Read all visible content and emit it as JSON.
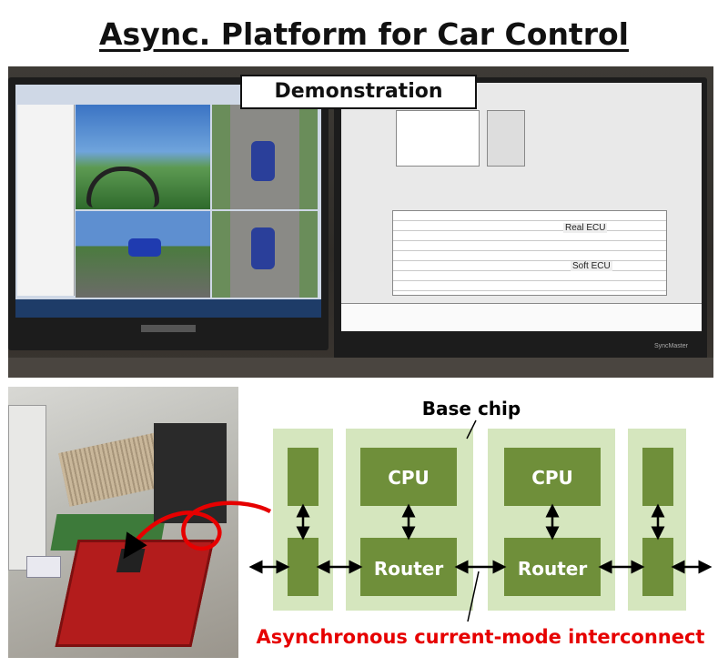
{
  "title": "Async. Platform for Car Control",
  "demo_label": "Demonstration",
  "diagram": {
    "base_chip_label": "Base chip",
    "cpu_labels": [
      "CPU",
      "CPU"
    ],
    "router_labels": [
      "Router",
      "Router"
    ],
    "interconnect_label": "Asynchronous current-mode interconnect"
  },
  "monitor_texts": {
    "real_ecu": "Real ECU",
    "soft_ecu": "Soft ECU",
    "brand": "SyncMaster"
  },
  "colors": {
    "chip_bg": "#d5e6be",
    "block": "#6f8f3a",
    "arrow": "#000000",
    "interconnect_text": "#e60000",
    "pointer": "#e60000"
  }
}
